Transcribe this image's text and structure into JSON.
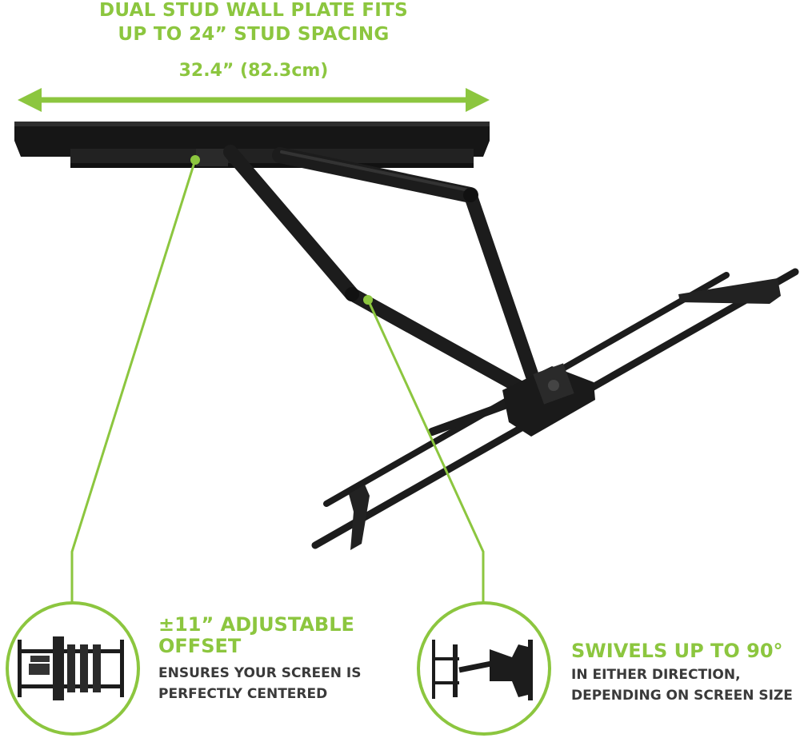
{
  "header": {
    "title_line1": "DUAL STUD WALL PLATE FITS",
    "title_line2": "UP TO 24” STUD SPACING",
    "dimension": "32.4” (82.3cm)"
  },
  "features": [
    {
      "title_line1": "±11” ADJUSTABLE",
      "title_line2": "OFFSET",
      "desc_line1": "ENSURES YOUR SCREEN IS",
      "desc_line2": "PERFECTLY CENTERED"
    },
    {
      "title_line1": "SWIVELS UP TO 90°",
      "desc_line1": "IN EITHER DIRECTION,",
      "desc_line2": "DEPENDING ON SCREEN SIZE"
    }
  ],
  "colors": {
    "accent": "#8cc63f",
    "text_dark": "#3a3a3a",
    "mount": "#1c1c1c"
  }
}
